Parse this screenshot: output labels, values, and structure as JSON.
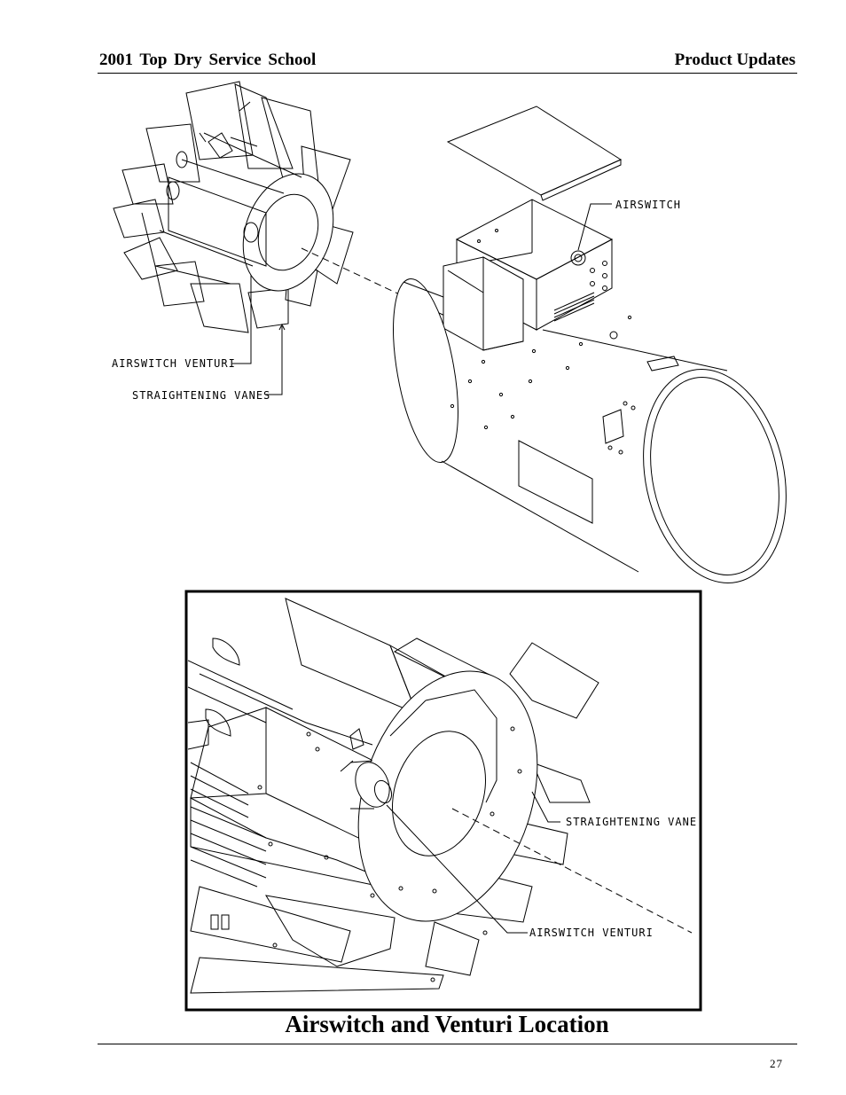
{
  "header": {
    "title": "2001 Top Dry Service School",
    "section": "Product Updates"
  },
  "figure_top": {
    "labels": {
      "airswitch": "AIRSWITCH",
      "airswitch_venturi": "AIRSWITCH VENTURI",
      "straightening_vanes": "STRAIGHTENING VANES"
    }
  },
  "figure_detail": {
    "labels": {
      "straightening_vane": "STRAIGHTENING VANE",
      "airswitch_venturi": "AIRSWITCH VENTURI"
    }
  },
  "caption": "Airswitch and Venturi Location",
  "page_number": "27"
}
